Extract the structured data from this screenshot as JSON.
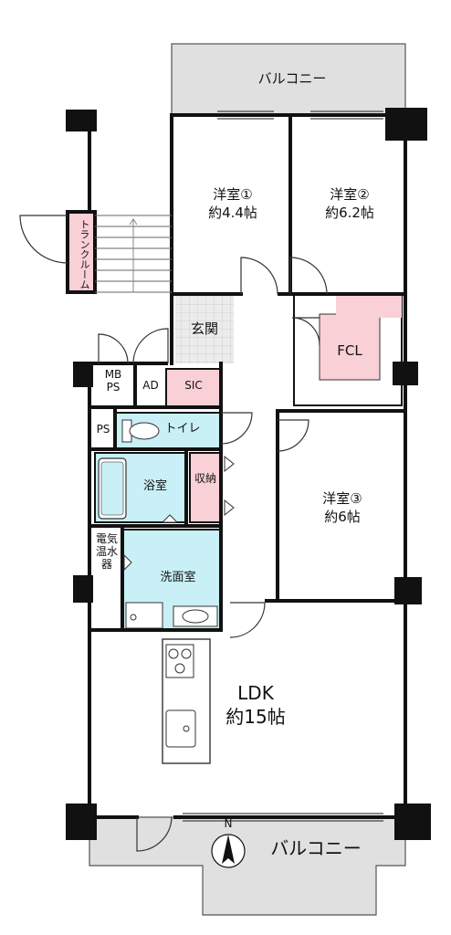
{
  "rooms": {
    "balcony_top": "バルコニー",
    "bedroom1_name": "洋室①",
    "bedroom1_size": "約4.4帖",
    "bedroom2_name": "洋室②",
    "bedroom2_size": "約6.2帖",
    "bedroom3_name": "洋室③",
    "bedroom3_size": "約6帖",
    "trunk_room": "トランクルーム",
    "entrance": "玄関",
    "fcl": "FCL",
    "mbps": "MB PS",
    "ad": "AD",
    "sic": "SIC",
    "ps": "PS",
    "toilet": "トイレ",
    "bath": "浴室",
    "storage": "収納",
    "water_heater": "電気温水器",
    "washroom": "洗面室",
    "ldk_name": "LDK",
    "ldk_size": "約15帖",
    "balcony_bottom": "バルコニー"
  },
  "compass": {
    "label": "N"
  },
  "colors": {
    "wall": "#111111",
    "balcony": "#e0e0e0",
    "pink": "#f9d0d6",
    "cyan": "#c8f0f6",
    "tile": "#ececec"
  }
}
